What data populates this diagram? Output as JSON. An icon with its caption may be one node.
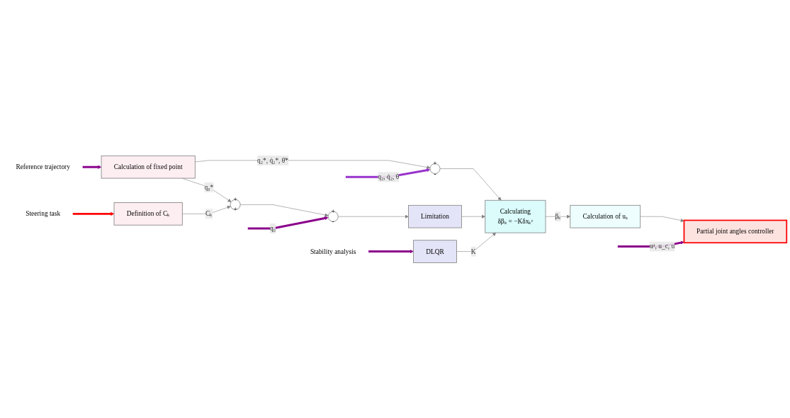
{
  "diagram": {
    "nodes": [
      {
        "text": [
          "Reference trajectory"
        ]
      },
      {
        "text": [
          "Calculation of fixed point"
        ]
      },
      {
        "text": [
          "Steering task"
        ]
      },
      {
        "text": [
          "Definition of Cₖ"
        ]
      },
      {
        "text": [
          "+",
          "-"
        ]
      },
      {
        "text": [
          "+",
          "+"
        ]
      },
      {
        "text": [
          "+",
          "-"
        ]
      },
      {
        "text": [
          "Limitation"
        ]
      },
      {
        "text": [
          "Calculating",
          "δβₖ = −Kδxₖᵉ"
        ]
      },
      {
        "text": [
          "Stability analysis"
        ]
      },
      {
        "text": [
          "DLQR"
        ]
      },
      {
        "text": [
          "Calculation of uₛ"
        ]
      },
      {
        "text": [
          "Partial joint angles controller"
        ]
      }
    ],
    "edges": [
      {
        "from": 0,
        "to": 1,
        "arrow": "to",
        "style": "thick",
        "color": "#8b008b"
      },
      {
        "from": 1,
        "to": 4,
        "arrow": "to",
        "label": "q₂*, q̇₂*, θ̇*"
      },
      {
        "from": null,
        "to": 4,
        "arrow": "to",
        "label": "q₂, q̇₂, θ̇",
        "style": "thick",
        "color": "#9933cc"
      },
      {
        "from": 1,
        "to": 5,
        "arrow": "to",
        "label": "q₀*"
      },
      {
        "from": 2,
        "to": 3,
        "arrow": "to",
        "style": "thick",
        "color": "#ff0000"
      },
      {
        "from": 3,
        "to": 5,
        "arrow": "to",
        "label": "Cₖ"
      },
      {
        "from": 5,
        "to": 6,
        "arrow": "to"
      },
      {
        "from": null,
        "to": 6,
        "arrow": "to",
        "label": "q₀",
        "style": "thick",
        "color": "#8b008b"
      },
      {
        "from": 6,
        "to": 7,
        "arrow": "to"
      },
      {
        "from": 4,
        "to": 8,
        "arrow": "to"
      },
      {
        "from": 7,
        "to": 8,
        "arrow": "to"
      },
      {
        "from": 10,
        "to": 8,
        "arrow": "to",
        "label": "K"
      },
      {
        "from": 9,
        "to": 10,
        "arrow": "to",
        "style": "thick",
        "color": "#8b008b"
      },
      {
        "from": 8,
        "to": 11,
        "arrow": "to",
        "label": "βₖ"
      },
      {
        "from": 11,
        "to": 12,
        "arrow": "to"
      },
      {
        "from": null,
        "to": 12,
        "arrow": "to",
        "label": "uᵈ, u_c, u",
        "style": "thick",
        "color": "#8b008b"
      }
    ]
  }
}
